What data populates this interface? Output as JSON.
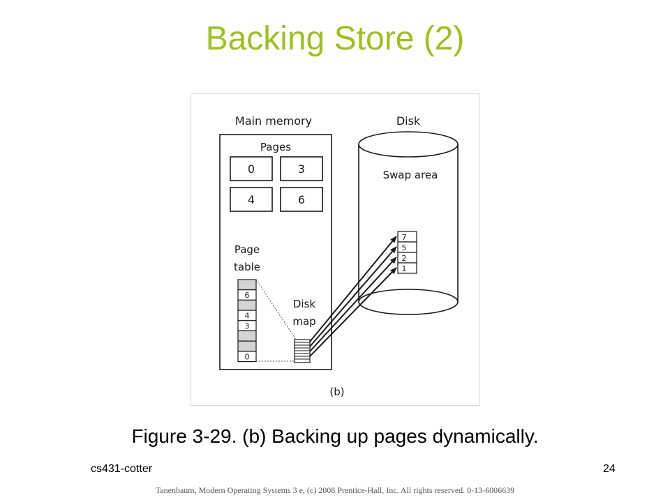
{
  "slide": {
    "title": "Backing Store (2)",
    "caption": "Figure 3-29. (b) Backing up pages dynamically.",
    "footer_left": "cs431-cotter",
    "page_number": "24",
    "copyright": "Tanenbaum, Modern Operating Systems 3 e, (c) 2008 Prentice-Hall, Inc. All rights reserved. 0-13-6006639"
  },
  "diagram": {
    "main_memory_label": "Main memory",
    "disk_label": "Disk",
    "pages_label": "Pages",
    "pages": [
      "0",
      "3",
      "4",
      "6"
    ],
    "page_table_label_line1": "Page",
    "page_table_label_line2": "table",
    "page_table_entries": [
      "",
      "6",
      "",
      "4",
      "3",
      "",
      "",
      "0"
    ],
    "disk_map_label_line1": "Disk",
    "disk_map_label_line2": "map",
    "swap_area_label": "Swap area",
    "swap_slots": [
      "7",
      "5",
      "2",
      "1"
    ],
    "figure_label": "(b)"
  },
  "colors": {
    "title": "#9bc31c",
    "table_cell_fill": "#d4d4d4"
  }
}
